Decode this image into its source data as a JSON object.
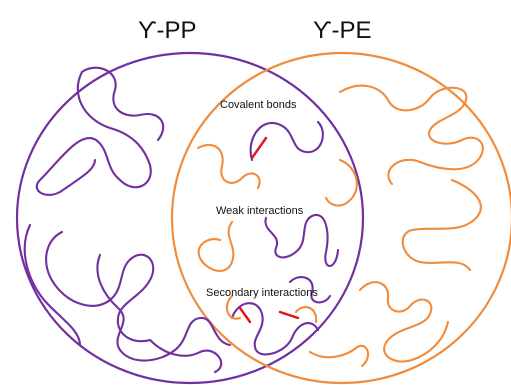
{
  "titles": {
    "pp": "ϒ-PP",
    "pe": "ϒ-PE"
  },
  "labels": {
    "covalent": "Covalent bonds",
    "weak": "Weak interactions",
    "secondary": "Secondary interactions"
  },
  "colors": {
    "pp": "#7030a0",
    "pe": "#f08c3c",
    "bond": "#e3141b",
    "text": "#111111"
  }
}
